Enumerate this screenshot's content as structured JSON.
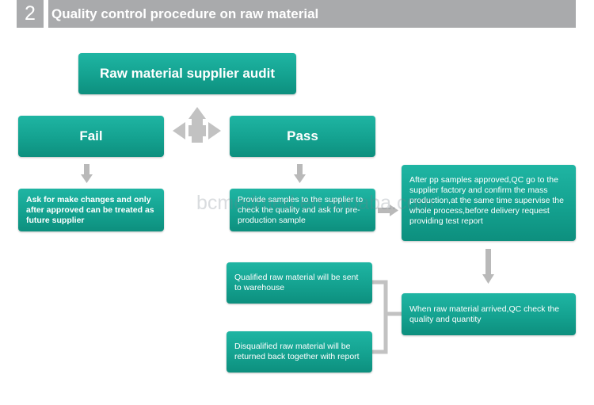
{
  "header": {
    "number": "2",
    "title": "Quality control procedure on raw material"
  },
  "boxes": {
    "audit": "Raw material supplier audit",
    "fail": "Fail",
    "pass": "Pass",
    "fail_action": "Ask for make changes and only after approved can be treated as future supplier",
    "pass_action": "Provide samples to the supplier to check the quality and ask for pre-production sample",
    "pp_approved": "After pp samples approved,QC go to the supplier factory and confirm the mass production,at the same time supervise the whole process,before delivery request providing  test report",
    "arrived": "When raw material arrived,QC check the quality and quantity",
    "qualified": "Qualified raw material will be sent to warehouse",
    "disqualified": "Disqualified raw material will be returned back together with report"
  },
  "watermark": "bcmedmed.en.alibaba.com",
  "colors": {
    "box": "#14a290",
    "arrow": "#b9b9b9",
    "header": "#a9aaac"
  }
}
